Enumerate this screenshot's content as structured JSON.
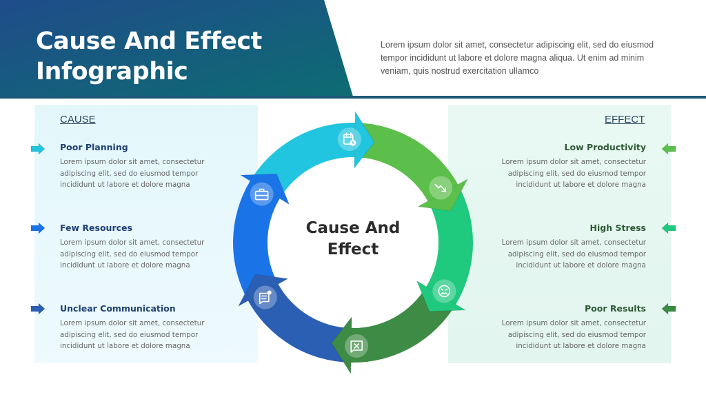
{
  "header": {
    "title_line1": "Cause And Effect",
    "title_line2": "Infographic",
    "description": "Lorem ipsum dolor sit amet, consectetur adipiscing elit, sed do eiusmod tempor incididunt ut labore et dolore magna aliqua. Ut enim ad minim veniam, quis nostrud exercitation ullamco",
    "gradient": [
      "#1f4c8a",
      "#0d6c72"
    ]
  },
  "cause": {
    "label": "CAUSE",
    "items": [
      {
        "title": "Poor Planning",
        "text": "Lorem ipsum dolor sit amet, consectetur adipiscing elit, sed do eiusmod tempor incididunt ut labore et dolore magna",
        "color": "#22c5df"
      },
      {
        "title": "Few Resources",
        "text": "Lorem ipsum dolor sit amet, consectetur adipiscing elit, sed do eiusmod tempor incididunt ut labore et dolore magna",
        "color": "#1a74e8"
      },
      {
        "title": "Unclear Communication",
        "text": "Lorem ipsum dolor sit amet, consectetur adipiscing elit, sed do eiusmod tempor incididunt ut labore et dolore magna",
        "color": "#2b5fb3"
      }
    ]
  },
  "effect": {
    "label": "EFFECT",
    "items": [
      {
        "title": "Low Productivity",
        "text": "Lorem ipsum dolor sit amet, consectetur adipiscing elit, sed do eiusmod tempor incididunt ut labore et dolore magna",
        "color": "#5cbf4b"
      },
      {
        "title": "High Stress",
        "text": "Lorem ipsum dolor sit amet, consectetur adipiscing elit, sed do eiusmod tempor incididunt ut labore et dolore magna",
        "color": "#1fc97e"
      },
      {
        "title": "Poor Results",
        "text": "Lorem ipsum dolor sit amet, consectetur adipiscing elit, sed do eiusmod tempor incididunt ut labore et dolore magna",
        "color": "#3d8b44"
      }
    ]
  },
  "cycle": {
    "center_line1": "Cause And",
    "center_line2": "Effect",
    "segments": [
      {
        "color": "#22c5df",
        "icon": "calendar-clock-icon"
      },
      {
        "color": "#5cbf4b",
        "icon": "trend-down-icon"
      },
      {
        "color": "#1fc97e",
        "icon": "stressed-face-icon"
      },
      {
        "color": "#3d8b44",
        "icon": "message-x-icon"
      },
      {
        "color": "#2b5fb3",
        "icon": "chat-notification-icon"
      },
      {
        "color": "#1a74e8",
        "icon": "briefcase-icon"
      }
    ]
  }
}
